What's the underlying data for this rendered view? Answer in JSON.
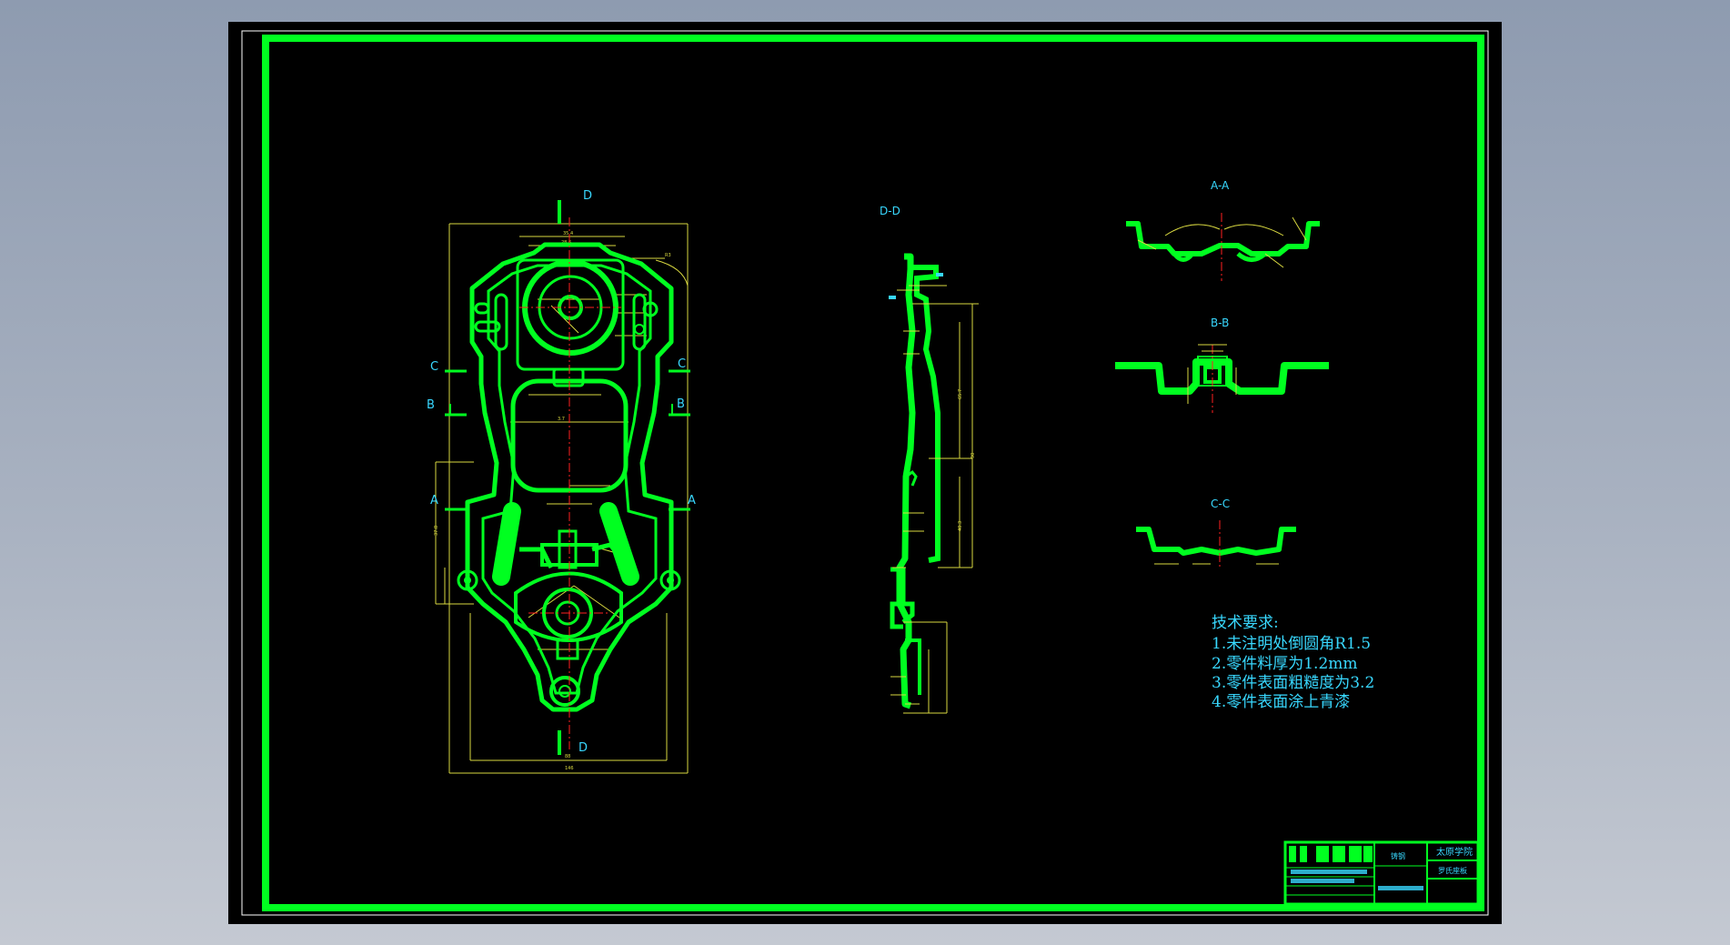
{
  "labels": {
    "d_top": "D",
    "d_bottom": "D",
    "c_left": "C",
    "c_right": "C",
    "b_left": "B",
    "b_right": "B",
    "a_left": "A",
    "a_right": "A",
    "section_dd": "D-D",
    "section_aa": "A-A",
    "section_bb": "B-B",
    "section_cc": "C-C"
  },
  "notes": {
    "heading": "技术要求:",
    "items": [
      "1.未注明处倒圆角R1.5",
      "2.零件料厚为1.2mm",
      "3.零件表面粗糙度为3.2",
      "4.零件表面涂上青漆"
    ]
  },
  "title_block": {
    "school": "太原学院",
    "part_name": "罗氏座板",
    "code": "铸钢"
  },
  "colors": {
    "outline": "#00ff20",
    "text": "#38d8ff",
    "dimension": "#d8d840",
    "centerline": "#ff2020",
    "sheet": "#000000"
  }
}
